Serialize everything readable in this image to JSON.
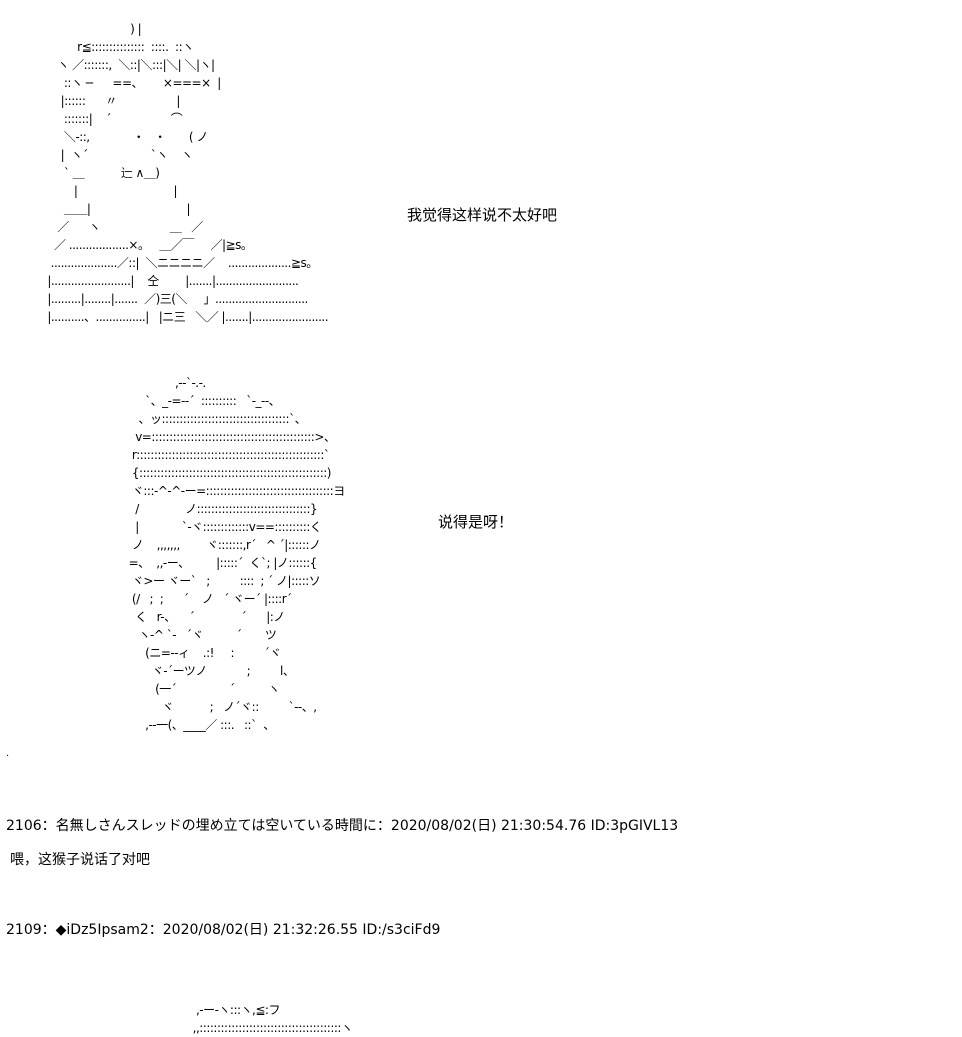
{
  "art": {
    "figure1": "                          ) |\n          r≦:::::::::::::::  ::::.  ::ヽ\n    ヽ ／:::::::,  ＼::|＼:::|＼| ＼|ヽ|\n      ::ヽ ─      ==、      ×===×  |\n     |::::::      〃                  |\n      :::::::|    ´                  ⌒\n      ＼-::,             ・   ・       ( ノ\n     |  ヽ´                   `ヽ    ヽ\n      ` ＿           辷 ∧＿)\n         |                             |\n      ＿＿|                             |\n    ／      ヽ                     ＿   ／\n   ／ ..................×。   ＿／￣     ／|≧s。\n  ....................／::|  ＼ニニニニ／    ...................≧s。\n |........................|    仝        |.......|.........................\n |.........|........|.......  ／)三(＼     」............................\n |..........、...............|   |ニ三   ＼／ |.......|.......................",
    "figure2": "                   ,--`-.-.\n          `、_-=--´  ::::::::::   `-_--、\n        、ッ::::::::::::::::::::::::::::::::::::`、\n       v=::::::::::::::::::::::::::::::::::::::::::::::>、\n      r:::::::::::::::::::::::::::::::::::::::::::::::::::::`\n      {:::::::::::::::::::::::::::::::::::::::::::::::::::::)\n      ヾ:::-^-^-ー=::::::::::::::::::::::::::::::::::::ヨ\n       /              ノ::::::::::::::::::::::::::::::::}\n       |             `-ヾ:::::::::::::v==::::::::::く\n      ノ    ,,,,,,,        ヾ:::::::,r´   ^ ´|::::::ノ\n     =、  ,,-ー、        |:::::´  く`; |ノ::::::{\n      ヾ>ー ヾー`   ;         ::::  ; ´ ノ|:::::ソ\n      (/   ;  ;      ´    ノ   ´ ヾー´ |::::r´\n       く   r-、    ´              ´      |:ノ\n        ヽ-^ `-   ´ヾ          ´       ツ\n          (ニ=--ィ    .:!     :         ´ヾ\n            ヾ-´ーツノ            ;         l、\n             (一´                ´          ヽ\n               ヾ           ;   ノ´ヾ::         `--、,\n          ,--一(、____／ :::.   ::`  、",
    "figure3": "   ,-ー-ヽ:::ヽ,≦:フ\n  ,,::::::::::::::::::::::::::::::::::::::::ヽ"
  },
  "dialogs": {
    "first": "我觉得这样说不太好吧",
    "second": "说得是呀！"
  },
  "separator_dot": ".",
  "posts": [
    {
      "header": "2106：名無しさんスレッドの埋め立ては空いている時間に：2020/08/02(日) 21:30:54.76 ID:3pGIVL13",
      "body": "喂，这猴子说话了对吧"
    },
    {
      "header": "2109：◆iDz5Ipsam2：2020/08/02(日) 21:32:26.55 ID:/s3ciFd9",
      "body": ""
    }
  ]
}
